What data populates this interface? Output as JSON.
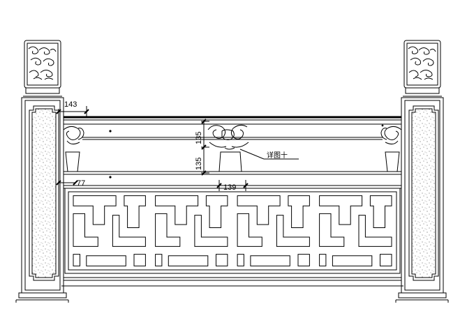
{
  "drawing": {
    "dimensions": {
      "post_offset": "143",
      "rail_height_upper": "135",
      "rail_height_lower": "135",
      "base_offset": "77",
      "ornament_width": "139"
    },
    "callout": "详图十"
  }
}
